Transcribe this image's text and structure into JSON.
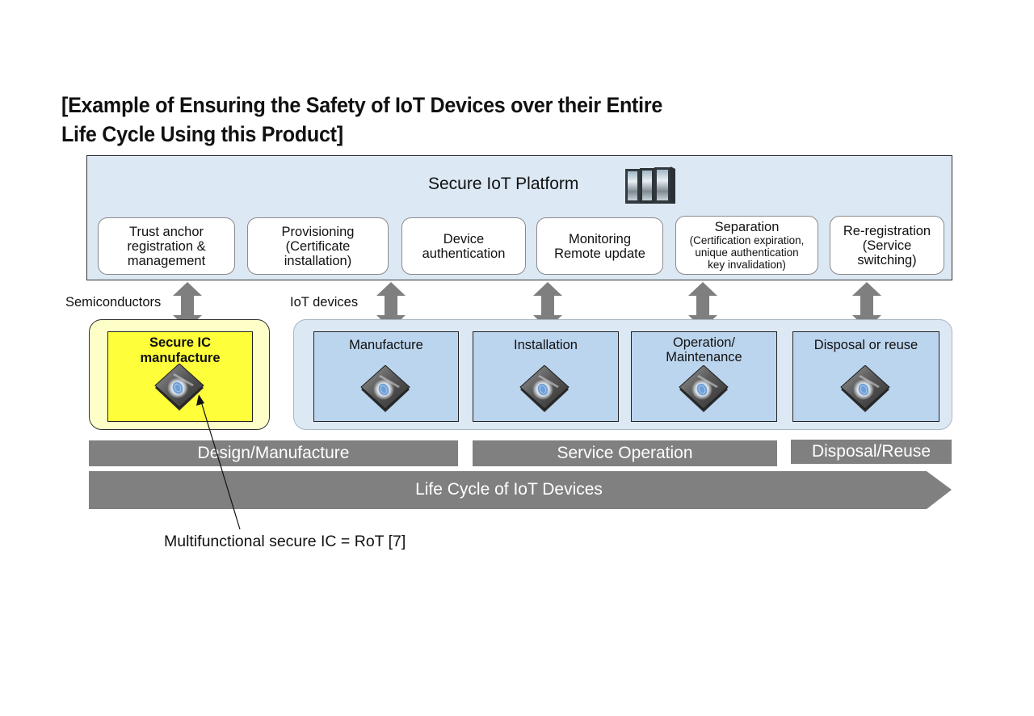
{
  "title": {
    "line1": "[Example of Ensuring the Safety of IoT Devices over their Entire",
    "line2": "Life Cycle Using this Product]"
  },
  "platform": {
    "title": "Secure IoT Platform",
    "icon": "server-rack-icon",
    "services": [
      {
        "lines": [
          "Trust anchor",
          "registration &",
          "management"
        ]
      },
      {
        "lines": [
          "Provisioning",
          "(Certificate",
          "installation)"
        ]
      },
      {
        "lines": [
          "Device",
          "authentication"
        ]
      },
      {
        "lines": [
          "Monitoring",
          "Remote update"
        ]
      },
      {
        "heading": "Separation",
        "lines": [
          "(Certification expiration,",
          "unique authentication",
          "key invalidation)"
        ]
      },
      {
        "lines": [
          "Re-registration",
          "(Service",
          "switching)"
        ]
      }
    ]
  },
  "groups": {
    "semiconductors": "Semiconductors",
    "iot_devices": "IoT devices"
  },
  "semiconductor_stage": {
    "line1": "Secure IC",
    "line2": "manufacture",
    "icon": "secure-chip-icon"
  },
  "iot_stages": [
    {
      "lines": [
        "Manufacture"
      ],
      "icon": "secure-chip-icon"
    },
    {
      "lines": [
        "Installation"
      ],
      "icon": "secure-chip-icon"
    },
    {
      "lines": [
        "Operation/",
        "Maintenance"
      ],
      "icon": "secure-chip-icon"
    },
    {
      "lines": [
        "Disposal or reuse"
      ],
      "icon": "secure-chip-icon"
    }
  ],
  "phases": [
    {
      "label": "Design/Manufacture"
    },
    {
      "label": "Service Operation"
    },
    {
      "label": "Disposal/Reuse"
    }
  ],
  "lifecycle": {
    "label": "Life Cycle of IoT Devices"
  },
  "annotation": {
    "text": "Multifunctional secure IC = RoT [7]"
  },
  "colors": {
    "platform_bg": "#dce8f4",
    "stage_bg": "#bcd5ee",
    "semi_outer": "#fefec8",
    "semi_inner": "#fefe3a",
    "phase_bar": "#808080",
    "arrow": "#7f7f7f"
  }
}
